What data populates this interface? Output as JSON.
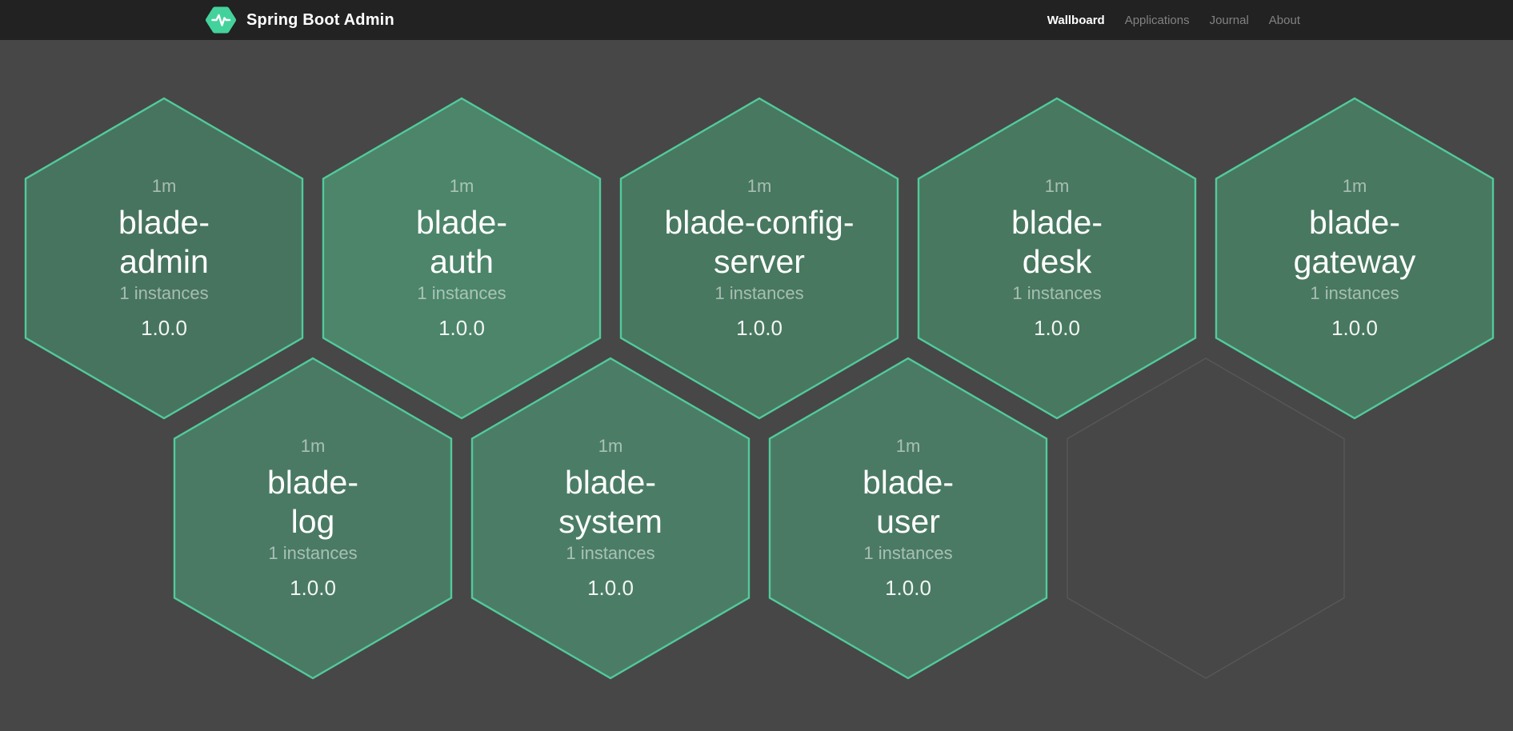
{
  "header": {
    "brand": "Spring Boot Admin",
    "nav": [
      {
        "label": "Wallboard",
        "active": true
      },
      {
        "label": "Applications",
        "active": false
      },
      {
        "label": "Journal",
        "active": false
      },
      {
        "label": "About",
        "active": false
      }
    ]
  },
  "wallboard": {
    "applications": [
      {
        "name": "blade-admin",
        "name_lines": [
          "blade-",
          "admin"
        ],
        "interval": "1m",
        "instances": "1 instances",
        "version": "1.0.0",
        "fill": "#47745f",
        "row": 0,
        "col": 0
      },
      {
        "name": "blade-auth",
        "name_lines": [
          "blade-",
          "auth"
        ],
        "interval": "1m",
        "instances": "1 instances",
        "version": "1.0.0",
        "fill": "#4c8569",
        "row": 0,
        "col": 1
      },
      {
        "name": "blade-config-server",
        "name_lines": [
          "blade-config-",
          "server"
        ],
        "interval": "1m",
        "instances": "1 instances",
        "version": "1.0.0",
        "fill": "#48785f",
        "row": 0,
        "col": 2
      },
      {
        "name": "blade-desk",
        "name_lines": [
          "blade-",
          "desk"
        ],
        "interval": "1m",
        "instances": "1 instances",
        "version": "1.0.0",
        "fill": "#48785f",
        "row": 0,
        "col": 3
      },
      {
        "name": "blade-gateway",
        "name_lines": [
          "blade-",
          "gateway"
        ],
        "interval": "1m",
        "instances": "1 instances",
        "version": "1.0.0",
        "fill": "#48785f",
        "row": 0,
        "col": 4
      },
      {
        "name": "blade-log",
        "name_lines": [
          "blade-",
          "log"
        ],
        "interval": "1m",
        "instances": "1 instances",
        "version": "1.0.0",
        "fill": "#4a7a64",
        "row": 1,
        "col": 0
      },
      {
        "name": "blade-system",
        "name_lines": [
          "blade-",
          "system"
        ],
        "interval": "1m",
        "instances": "1 instances",
        "version": "1.0.0",
        "fill": "#4b7d66",
        "row": 1,
        "col": 1
      },
      {
        "name": "blade-user",
        "name_lines": [
          "blade-",
          "user"
        ],
        "interval": "1m",
        "instances": "1 instances",
        "version": "1.0.0",
        "fill": "#4a7a64",
        "row": 1,
        "col": 2
      }
    ],
    "ghost_cell": {
      "row": 1,
      "col": 3
    }
  },
  "colors": {
    "header_bg": "#222222",
    "page_bg": "#474747",
    "brand_green": "#44d29c",
    "hex_border": "#52ca9c",
    "ghost_border": "#585858",
    "name_text": "#ffffff",
    "muted_text": "#a4b2a9"
  }
}
